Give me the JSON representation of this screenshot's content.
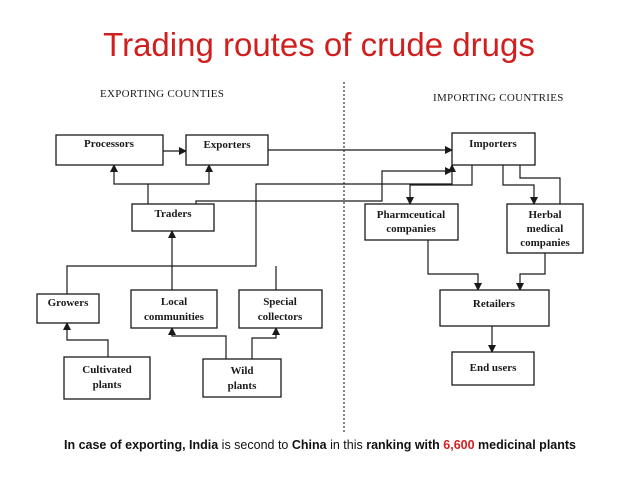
{
  "title": "Trading routes of crude drugs",
  "sections": {
    "exporting": "EXPORTING COUNTIES",
    "importing": "IMPORTING COUNTRIES"
  },
  "boxes": {
    "processors": [
      "Processors"
    ],
    "exporters": [
      "Exporters"
    ],
    "traders": [
      "Traders"
    ],
    "growers": [
      "Growers"
    ],
    "local_communities": [
      "Local",
      "communities"
    ],
    "special_collectors": [
      "Special",
      "collectors"
    ],
    "cultivated_plants": [
      "Cultivated",
      "plants"
    ],
    "wild_plants": [
      "Wild",
      "plants"
    ],
    "importers": [
      "Importers"
    ],
    "pharmaceutical_companies": [
      "Pharmceutical",
      "companies"
    ],
    "herbal_companies": [
      "Herbal",
      "medical",
      "companies"
    ],
    "retailers": [
      "Retailers"
    ],
    "end_users": [
      "End users"
    ]
  },
  "caption": {
    "p1": "In case of exporting, ",
    "india": "India",
    "p2": " is second to ",
    "china": "China",
    "p3": " in this ",
    "ranking": "ranking with ",
    "number": "6,600",
    "p4": " medicinal plants"
  },
  "colors": {
    "title": "#d11f1f",
    "highlight": "#d11f1f",
    "ink": "#1a1a1a"
  }
}
